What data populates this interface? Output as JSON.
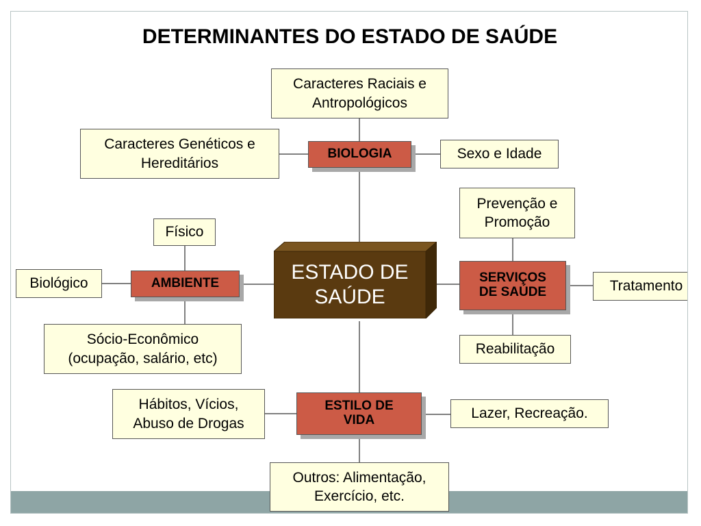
{
  "title": "DETERMINANTES DO ESTADO DE SAÚDE",
  "center": "ESTADO DE\nSAÚDE",
  "categories": {
    "biologia": "BIOLOGIA",
    "ambiente": "AMBIENTE",
    "servicos": "SERVIÇOS\nDE SAÚDE",
    "estilo": "ESTILO DE\nVIDA"
  },
  "factors": {
    "raciais": "Caracteres Raciais e\nAntropológicos",
    "geneticos": "Caracteres Genéticos e\nHereditários",
    "sexo": "Sexo e Idade",
    "fisico": "Físico",
    "biologico": "Biológico",
    "socio": "Sócio-Econômico\n(ocupação, salário, etc)",
    "prevencao": "Prevenção e\nPromoção",
    "tratamento": "Tratamento",
    "reabilitacao": "Reabilitação",
    "habitos": "Hábitos, Vícios,\nAbuso de Drogas",
    "lazer": "Lazer, Recreação.",
    "outros": "Outros: Alimentação,\nExercício, etc."
  },
  "colors": {
    "category_fill": "#cc5b46",
    "factor_fill": "#ffffe0",
    "center_fill": "#5a3a10",
    "footer_bar": "#8ea5a5"
  }
}
